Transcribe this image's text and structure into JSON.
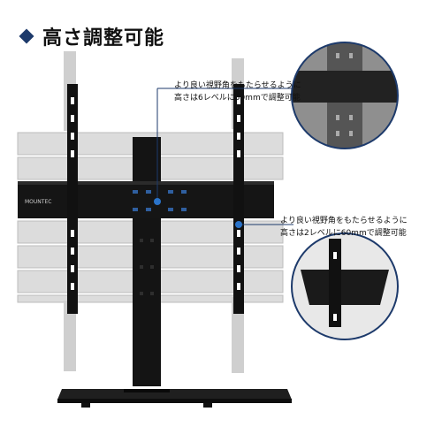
{
  "header": {
    "title": "高さ調整可能",
    "icon": "diamond-bullet-icon"
  },
  "callouts": [
    {
      "line1": "より良い視野角をもたらせるように",
      "line2": "高さは6レベルに50mmで調整可能"
    },
    {
      "line1": "より良い視野角をもたらせるように",
      "line2": "高さは2レベルに60mmで調整可能"
    }
  ],
  "brand_plate": "MOUNTEC",
  "colors": {
    "accent": "#1d3a6b",
    "callout_dot": "#2a73c9",
    "stand": "#1a1a1a",
    "ghost": "#cfcfcf"
  }
}
